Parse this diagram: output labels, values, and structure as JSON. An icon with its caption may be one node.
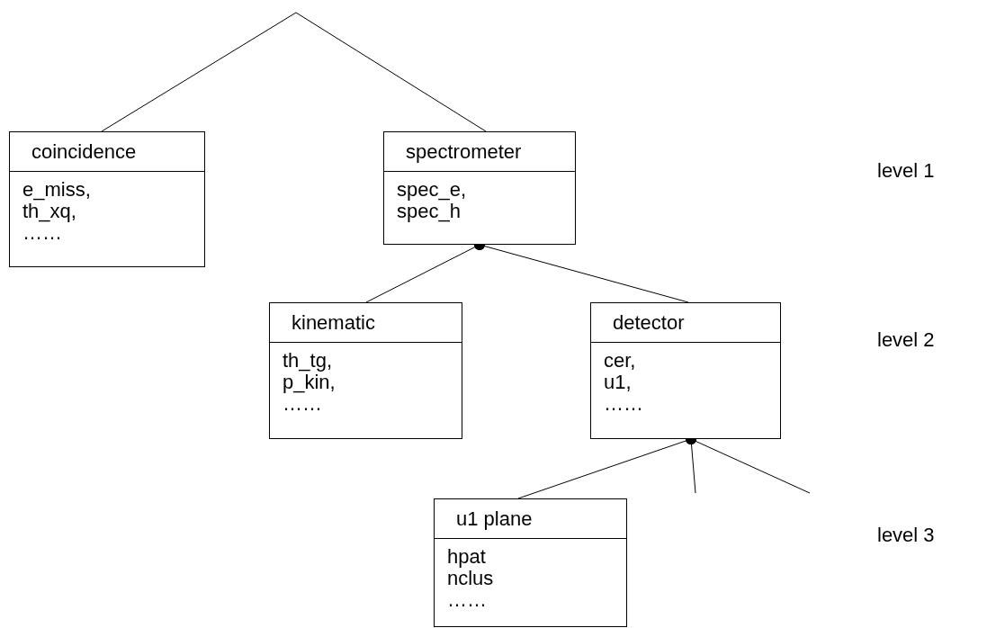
{
  "diagram": {
    "nodes": [
      {
        "text": [
          "coincidence",
          "e_miss, th_xq, ……"
        ]
      },
      {
        "text": [
          "spectrometer",
          "spec_e, spec_h"
        ]
      },
      {
        "text": [
          "kinematic",
          "th_tg, p_kin, ……"
        ]
      },
      {
        "text": [
          "detector",
          "cer, u1, ……"
        ]
      },
      {
        "text": [
          "u1 plane",
          "hpat nclus ……"
        ]
      }
    ],
    "edges": [
      {
        "from": null,
        "to": 0,
        "arrow": "none"
      },
      {
        "from": null,
        "to": 1,
        "arrow": "none"
      },
      {
        "from": 1,
        "to": 2,
        "arrow": "other"
      },
      {
        "from": 1,
        "to": 3,
        "arrow": "other"
      },
      {
        "from": 3,
        "to": 4,
        "arrow": "other"
      },
      {
        "from": 3,
        "to": null,
        "arrow": "other"
      },
      {
        "from": 3,
        "to": null,
        "arrow": "other"
      }
    ],
    "labels": [
      "level 1",
      "level 2",
      "level 3"
    ]
  }
}
